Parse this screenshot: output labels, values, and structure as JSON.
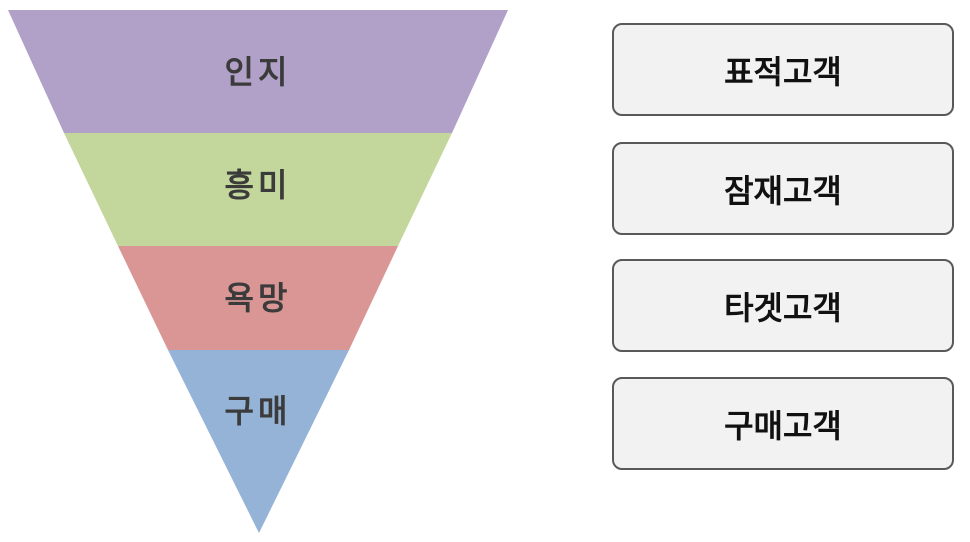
{
  "funnel": {
    "stages": [
      {
        "label": "인지",
        "color": "#b1a0c7"
      },
      {
        "label": "흥미",
        "color": "#c3d69b"
      },
      {
        "label": "욕망",
        "color": "#d99694"
      },
      {
        "label": "구매",
        "color": "#95b3d7"
      }
    ]
  },
  "customers": [
    {
      "label": "표적고객"
    },
    {
      "label": "잠재고객"
    },
    {
      "label": "타겟고객"
    },
    {
      "label": "구매고객"
    }
  ]
}
